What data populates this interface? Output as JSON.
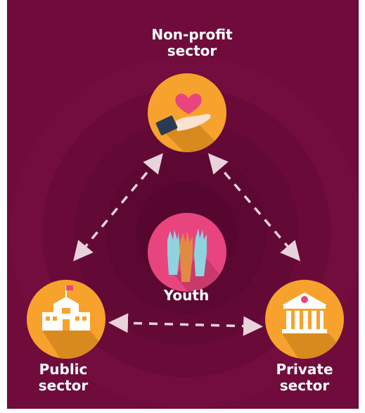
{
  "diagram": {
    "center": {
      "label": "Youth",
      "icon": "raised-hands-icon"
    },
    "nodes": [
      {
        "id": "non-profit",
        "label_lines": [
          "Non-profit",
          "sector"
        ],
        "icon": "heart-in-hand-icon"
      },
      {
        "id": "public",
        "label_lines": [
          "Public",
          "sector"
        ],
        "icon": "school-building-icon"
      },
      {
        "id": "private",
        "label_lines": [
          "Private",
          "sector"
        ],
        "icon": "bank-building-icon"
      }
    ],
    "connections": [
      {
        "from": "non-profit",
        "to": "public",
        "style": "dashed",
        "direction": "both"
      },
      {
        "from": "non-profit",
        "to": "private",
        "style": "dashed",
        "direction": "both"
      },
      {
        "from": "public",
        "to": "private",
        "style": "dashed",
        "direction": "both"
      }
    ]
  },
  "colors": {
    "background": "#6f0c3c",
    "ring_dark": "#5e0833",
    "node_fill": "#f7a22c",
    "node_shadow": "#d98a1f",
    "center_fill": "#e8457e",
    "arrow": "#e8d3dc",
    "text": "#ffffff"
  }
}
